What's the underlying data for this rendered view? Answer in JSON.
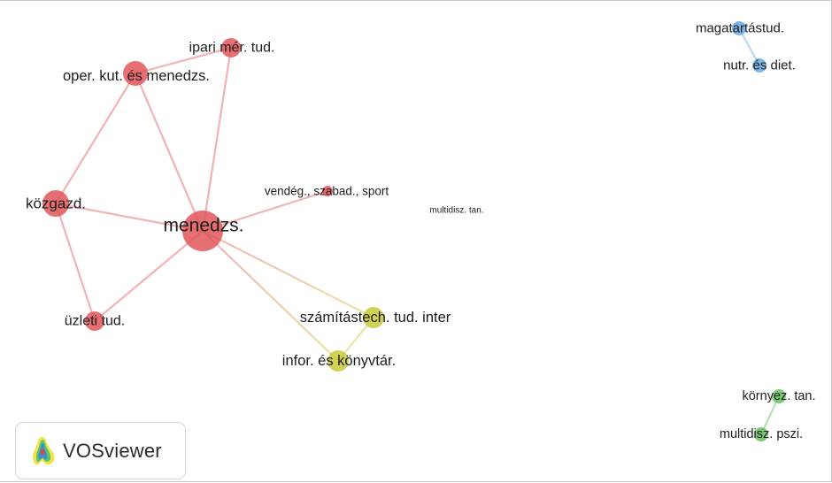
{
  "network": {
    "clusters": [
      {
        "id": "red",
        "color": "#e0565a"
      },
      {
        "id": "yellow",
        "color": "#c9c93a"
      },
      {
        "id": "blue",
        "color": "#6aa9e0"
      },
      {
        "id": "green",
        "color": "#66bf5f"
      }
    ],
    "nodes": [
      {
        "id": "menedzs",
        "label": "menedzs.",
        "cluster": "red"
      },
      {
        "id": "kozgazd",
        "label": "közgazd.",
        "cluster": "red"
      },
      {
        "id": "oper",
        "label": "oper. kut. és menedzs.",
        "cluster": "red"
      },
      {
        "id": "ipari",
        "label": "ipari mér. tud.",
        "cluster": "red"
      },
      {
        "id": "uzleti",
        "label": "üzleti tud.",
        "cluster": "red"
      },
      {
        "id": "vendeg",
        "label": "vendég., szabad., sport",
        "cluster": "red"
      },
      {
        "id": "multitan",
        "label": "multidisz. tan.",
        "cluster": "blue"
      },
      {
        "id": "szamitas",
        "label": "számítástech. tud. inter",
        "cluster": "yellow"
      },
      {
        "id": "infor",
        "label": "infor. és könyvtár.",
        "cluster": "yellow"
      },
      {
        "id": "magatar",
        "label": "magatartástud.",
        "cluster": "blue"
      },
      {
        "id": "nutr",
        "label": "nutr. és diet.",
        "cluster": "blue"
      },
      {
        "id": "kornyez",
        "label": "környez. tan.",
        "cluster": "green"
      },
      {
        "id": "multipszi",
        "label": "multidisz. pszi.",
        "cluster": "green"
      }
    ],
    "links": [
      {
        "source": "menedzs",
        "target": "kozgazd"
      },
      {
        "source": "menedzs",
        "target": "oper"
      },
      {
        "source": "menedzs",
        "target": "ipari"
      },
      {
        "source": "menedzs",
        "target": "uzleti"
      },
      {
        "source": "menedzs",
        "target": "vendeg"
      },
      {
        "source": "menedzs",
        "target": "szamitas"
      },
      {
        "source": "menedzs",
        "target": "infor"
      },
      {
        "source": "kozgazd",
        "target": "oper"
      },
      {
        "source": "kozgazd",
        "target": "uzleti"
      },
      {
        "source": "oper",
        "target": "ipari"
      },
      {
        "source": "szamitas",
        "target": "infor"
      },
      {
        "source": "magatar",
        "target": "nutr"
      },
      {
        "source": "kornyez",
        "target": "multipszi"
      }
    ]
  },
  "logo": {
    "text": "VOSviewer",
    "icon": "vosviewer-logo-icon"
  }
}
